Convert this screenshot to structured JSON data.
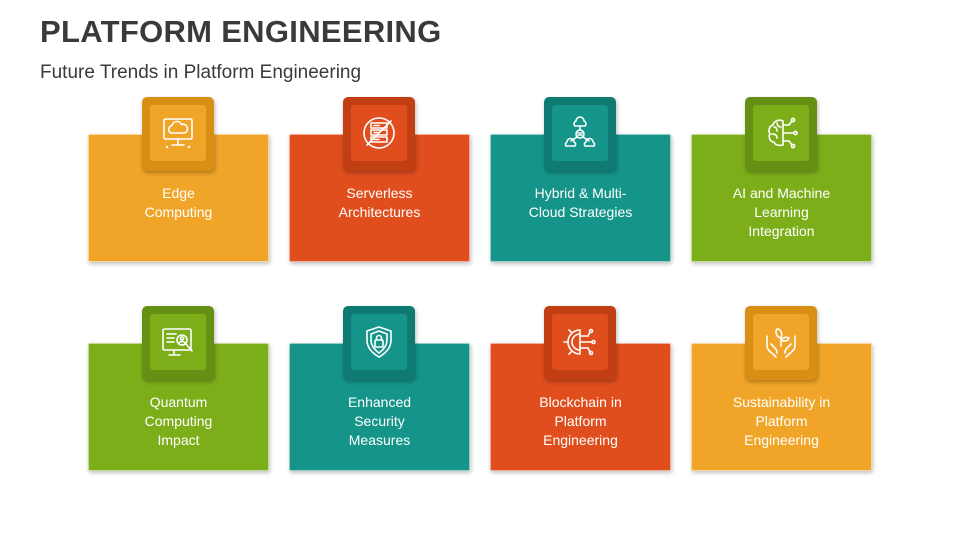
{
  "header": {
    "title": "PLATFORM ENGINEERING",
    "subtitle": "Future Trends in Platform Engineering"
  },
  "colors": {
    "orange_light": "#F0A528",
    "orange_red": "#E04E1E",
    "teal": "#15958A",
    "green": "#7CAE1A"
  },
  "cards": [
    {
      "label": "Edge\nComputing",
      "icon": "edge-computing-cloud-monitor-icon",
      "color": "#F0A528",
      "icon_color": "#D98E14"
    },
    {
      "label": "Serverless\nArchitectures",
      "icon": "server-stack-icon",
      "color": "#E04E1E",
      "icon_color": "#C23F14"
    },
    {
      "label": "Hybrid & Multi-\nCloud Strategies",
      "icon": "hybrid-cloud-network-icon",
      "color": "#15958A",
      "icon_color": "#0E7A71"
    },
    {
      "label": "AI and Machine\nLearning\nIntegration",
      "icon": "ai-brain-circuit-icon",
      "color": "#7CAE1A",
      "icon_color": "#659014"
    },
    {
      "label": "Quantum\nComputing\nImpact",
      "icon": "quantum-monitor-search-icon",
      "color": "#7CAE1A",
      "icon_color": "#659014"
    },
    {
      "label": "Enhanced\nSecurity\nMeasures",
      "icon": "security-shield-lock-icon",
      "color": "#15958A",
      "icon_color": "#0E7A71"
    },
    {
      "label": "Blockchain in\nPlatform\nEngineering",
      "icon": "blockchain-gear-circuit-icon",
      "color": "#E04E1E",
      "icon_color": "#C23F14"
    },
    {
      "label": "Sustainability in\nPlatform\nEngineering",
      "icon": "sustainability-hands-plant-icon",
      "color": "#F0A528",
      "icon_color": "#D98E14"
    }
  ]
}
